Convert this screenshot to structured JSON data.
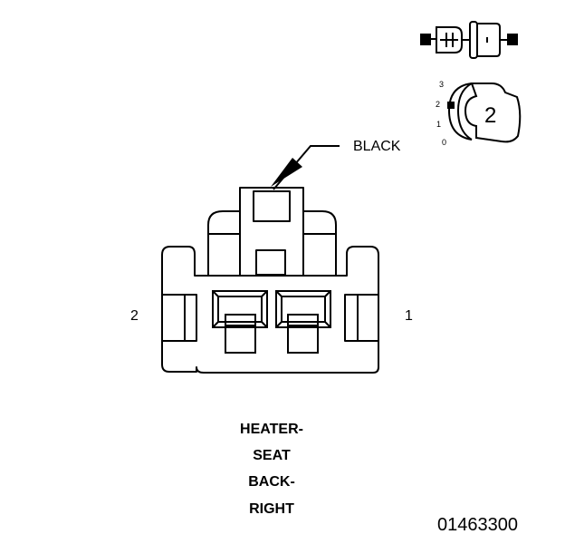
{
  "wire_color_label": "BLACK",
  "pin_labels": {
    "left": "2",
    "right": "1"
  },
  "caption_lines": [
    "HEATER-",
    "SEAT",
    "BACK-",
    "RIGHT"
  ],
  "figure_number": "01463300",
  "legend": {
    "level_labels": [
      "3",
      "2",
      "1",
      "0"
    ],
    "cavity_count": "2"
  }
}
